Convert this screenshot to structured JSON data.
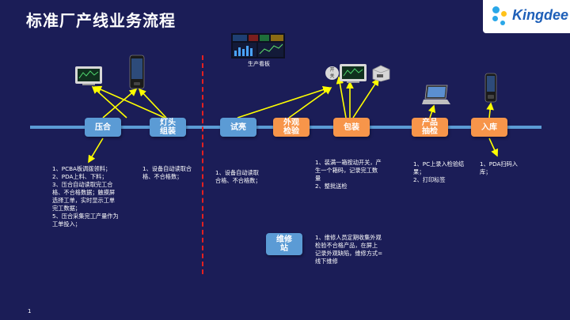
{
  "header": {
    "title": "标准厂产线业务流程",
    "logo_text": "Kingdee",
    "page_number": "1"
  },
  "colors": {
    "background": "#1b1d57",
    "blue_node": "#5b9bd5",
    "orange_node": "#f7954a",
    "arrow": "#ffff00",
    "divider": "#e32020"
  },
  "dashboard_label": "生产看板",
  "switch_chip": "开关",
  "nodes": {
    "lamination": "压合",
    "light_assembly": "灯头\n组装",
    "test_light": "试亮",
    "appearance": "外观\n检验",
    "packaging": "包装",
    "sampling": "产品\n抽检",
    "warehousing": "入库",
    "repair": "维修\n站"
  },
  "descriptions": {
    "lamination": "1、PCBA板调拨领料；\n2、PDA上料、下料；\n3、压合自动读取完工合格、不合格数据；触摸屏选择工单，实时显示工单完工数据；\n5、压合采集完工产量作为工单投入；",
    "light_assembly": "1、设备自动读取合格、不合格数；",
    "test_light": "1、设备自动读取合格、不合格数；",
    "packaging": "1、装满一箱按动开关，产生一个箱码，记录完工数量\n2、整批送检",
    "sampling": "1、PC上录入检验结果；\n2、打印标签",
    "warehousing": "1、PDA扫码入库；",
    "repair": "1、维修人员定期收集外观检验不合格产品，在屏上记录外观缺陷，维修方式=线下维修"
  }
}
